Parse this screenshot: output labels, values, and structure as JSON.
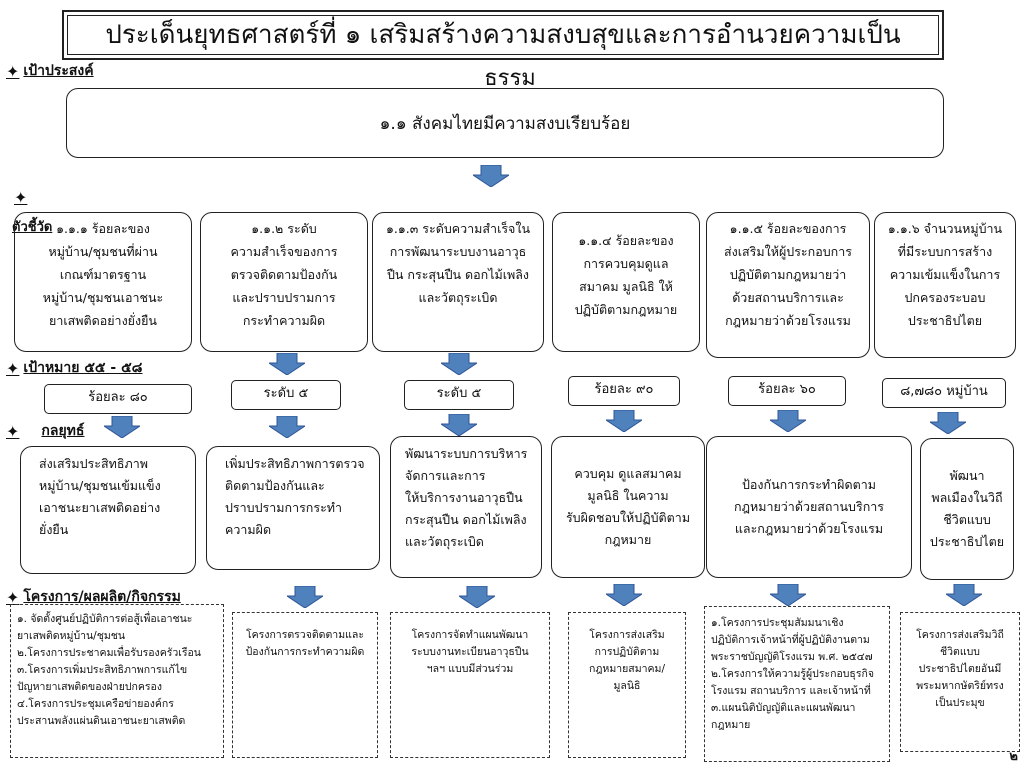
{
  "title": {
    "line1": "ประเด็นยุทธศาสตร์ที่ ๑  เสริมสร้างความสงบสุขและการอำนวยความเป็น",
    "line2": "ธรรม"
  },
  "labels": {
    "objective": "เป้าประสงค์",
    "indicator": "ตัวชี้วัด",
    "target": "เป้าหมาย ๕๕ - ๕๘",
    "strategy": "กลยุทธ์",
    "projects": "โครงการ/ผลผลิต/กิจกรรม"
  },
  "objective_text": "๑.๑ สังคมไทยมีความสงบเรียบร้อย",
  "indicators": [
    {
      "lines": [
        "๑.๑.๑ ร้อยละของ",
        "หมู่บ้าน/ชุมชนที่ผ่าน",
        "เกณฑ์มาตรฐาน",
        "หมู่บ้าน/ชุมชนเอาชนะ",
        "ยาเสพติดอย่างยั่งยืน"
      ]
    },
    {
      "lines": [
        "๑.๑.๒ ระดับ",
        "ความสำเร็จของการ",
        "ตรวจติดตามป้องกัน",
        "และปราบปรามการ",
        "กระทำความผิด"
      ]
    },
    {
      "lines": [
        "๑.๑.๓ ระดับความสำเร็จใน",
        "การพัฒนาระบบงานอาวุธ",
        "ปืน กระสุนปืน ดอกไม้เพลิง",
        "และวัตถุระเบิด"
      ]
    },
    {
      "lines": [
        "๑.๑.๔ ร้อยละของ",
        "การควบคุมดูแล",
        "สมาคม มูลนิธิ ให้",
        "ปฏิบัติตามกฎหมาย"
      ]
    },
    {
      "lines": [
        "๑.๑.๕ ร้อยละของการ",
        "ส่งเสริมให้ผู้ประกอบการ",
        "ปฏิบัติตามกฎหมายว่า",
        "ด้วยสถานบริการและ",
        "กฎหมายว่าด้วยโรงแรม"
      ]
    },
    {
      "lines": [
        "๑.๑.๖ จำนวนหมู่บ้าน",
        "ที่มีระบบการสร้าง",
        "ความเข้มแข็งในการ",
        "ปกครองระบอบ",
        "ประชาธิปไตย"
      ]
    }
  ],
  "targets": [
    "ร้อยละ ๘๐",
    "ระดับ ๕",
    "ระดับ ๕",
    "ร้อยละ ๙๐",
    "ร้อยละ ๖๐",
    "๘,๗๘๐ หมู่บ้าน"
  ],
  "strategies": [
    {
      "lines": [
        "ส่งเสริมประสิทธิภาพ",
        "หมู่บ้าน/ชุมชนเข้มแข็ง",
        "เอาชนะยาเสพติดอย่าง",
        "ยั่งยืน"
      ]
    },
    {
      "lines": [
        "เพิ่มประสิทธิภาพการตรวจ",
        "ติดตามป้องกันและ",
        "ปราบปรามการกระทำ",
        "ความผิด"
      ]
    },
    {
      "lines": [
        "พัฒนาระบบการบริหาร",
        "จัดการและการ",
        "ให้บริการงานอาวุธปืน",
        "กระสุนปืน ดอกไม้เพลิง",
        "และวัตถุระเบิด"
      ]
    },
    {
      "lines": [
        "ควบคุม ดูแลสมาคม",
        "มูลนิธิ ในความ",
        "รับผิดชอบให้ปฏิบัติตาม",
        "กฎหมาย"
      ]
    },
    {
      "lines": [
        "ป้องกันการกระทำผิดตาม",
        "กฎหมายว่าด้วยสถานบริการ",
        "และกฎหมายว่าด้วยโรงแรม"
      ]
    },
    {
      "lines": [
        "พัฒนา",
        "พลเมืองในวิถี",
        "ชีวิตแบบ",
        "ประชาธิปไตย"
      ]
    }
  ],
  "projects": [
    {
      "lines": [
        "๑. จัดตั้งศูนย์ปฏิบัติการต่อสู้เพื่อเอาชนะ",
        "ยาเสพติดหมู่บ้าน/ชุมชน",
        "๒.โครงการประชาคมเพื่อรับรองครัวเรือน",
        "๓.โครงการเพิ่มประสิทธิภาพการแก้ไข",
        "ปัญหายาเสพติดของฝ่ายปกครอง",
        "๔.โครงการประชุมเครือข่ายองค์กร",
        "ประสานพลังแผ่นดินเอาชนะยาเสพติด"
      ]
    },
    {
      "lines": [
        "โครงการตรวจติดตามและ",
        "ป้องกันการกระทำความผิด"
      ]
    },
    {
      "lines": [
        "โครงการจัดทำแผนพัฒนา",
        "ระบบงานทะเบียนอาวุธปืน",
        "ฯลฯ แบบมีส่วนร่วม"
      ]
    },
    {
      "lines": [
        "โครงการส่งเสริม",
        "การปฏิบัติตาม",
        "กฎหมายสมาคม/",
        "มูลนิธิ"
      ]
    },
    {
      "lines": [
        "๑.โครงการประชุมสัมมนาเชิง",
        "ปฏิบัติการเจ้าหน้าที่ผู้ปฏิบัติงานตาม",
        "พระราชบัญญัติโรงแรม พ.ศ. ๒๕๔๗",
        "๒.โครงการให้ความรู้ผู้ประกอบธุรกิจ",
        "โรงแรม สถานบริการ และเจ้าหน้าที่",
        "๓.แผนนิติบัญญัติและแผนพัฒนา",
        "กฎหมาย"
      ]
    },
    {
      "lines": [
        "โครงการส่งเสริมวิถี",
        "ชีวิตแบบ",
        "ประชาธิปไตยอันมี",
        "พระมหากษัตริย์ทรง",
        "เป็นประมุข"
      ]
    }
  ],
  "page_number": "๒",
  "colors": {
    "arrow_fill": "#4f81bd",
    "arrow_stroke": "#2f5597",
    "border": "#222222"
  }
}
